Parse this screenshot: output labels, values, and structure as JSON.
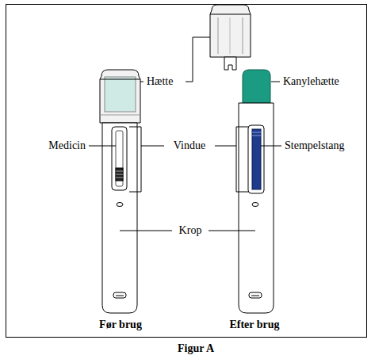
{
  "diagram": {
    "caption": "Figur A",
    "labels": [
      "Hætte",
      "Kanylehætte",
      "Medicin",
      "Vindue",
      "Stempelstang",
      "Krop",
      "Før brug",
      "Efter brug"
    ]
  }
}
